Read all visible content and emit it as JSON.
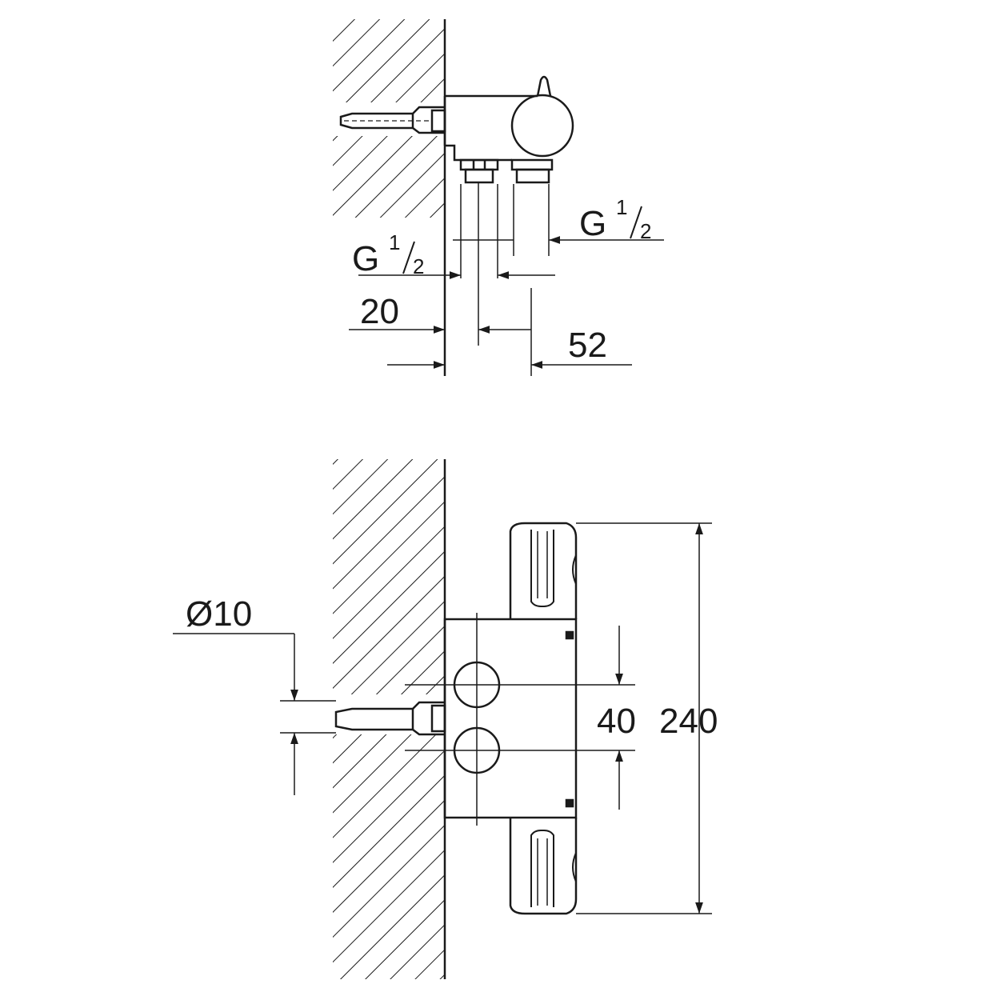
{
  "top_view": {
    "thread_right": {
      "letter": "G",
      "num": "1",
      "den": "2"
    },
    "thread_left": {
      "letter": "G",
      "num": "1",
      "den": "2"
    },
    "dim_wall_offset": "20",
    "dim_outlet_offset": "52"
  },
  "front_view": {
    "dim_diameter": "Ø10",
    "dim_inlet_spacing": "40",
    "dim_total_height": "240"
  }
}
